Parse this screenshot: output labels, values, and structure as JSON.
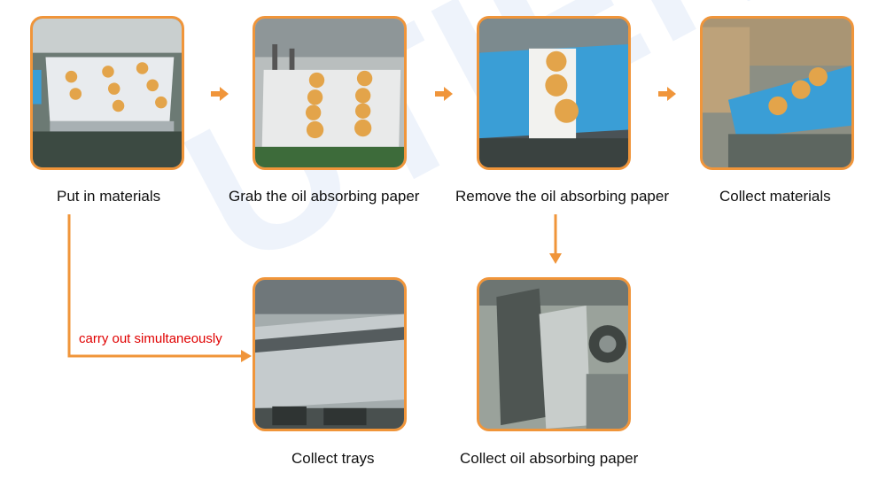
{
  "steps": [
    {
      "id": "put-in-materials",
      "label": "Put in materials"
    },
    {
      "id": "grab-paper",
      "label": "Grab the oil absorbing paper"
    },
    {
      "id": "remove-paper",
      "label": "Remove the oil absorbing paper"
    },
    {
      "id": "collect-materials",
      "label": "Collect materials"
    },
    {
      "id": "collect-trays",
      "label": "Collect trays"
    },
    {
      "id": "collect-paper",
      "label": "Collect oil absorbing paper"
    }
  ],
  "branch_note": "carry out simultaneously",
  "watermark": "UTIEN PACK",
  "colors": {
    "accent": "#f0953a",
    "note": "#e00000",
    "belt": "#3a9ed6"
  }
}
